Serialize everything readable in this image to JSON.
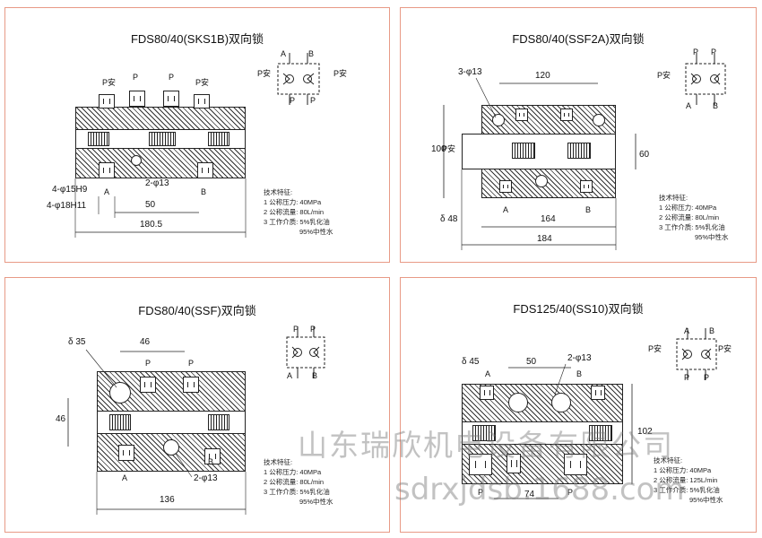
{
  "panels": [
    {
      "title": "FDS80/40(SKS1B)双向锁",
      "spec_heading": "技术特征:",
      "specs": [
        "1 公称压力: 40MPa",
        "2 公称流量: 80L/min",
        "3 工作介质: 5%乳化油",
        "95%中性水"
      ],
      "labels": {
        "p_an_left": "P安",
        "p1": "P",
        "p2": "P",
        "p_an_right": "P安",
        "a": "A",
        "b": "B"
      },
      "dims": {
        "hole_a": "4-φ15H9",
        "hole_b": "4-φ18H11",
        "bore": "2-φ13",
        "pitch": "50",
        "width": "180.5"
      },
      "symbol": {
        "a": "A",
        "b": "B",
        "p_an_l": "P安",
        "p_an_r": "P安",
        "p_l": "P",
        "p_r": "P"
      }
    },
    {
      "title": "FDS80/40(SSF2A)双向锁",
      "spec_heading": "技术特征:",
      "specs": [
        "1 公称压力: 40MPa",
        "2 公称流量: 80L/min",
        "3 工作介质: 5%乳化油",
        "95%中性水"
      ],
      "labels": {
        "p_an": "P安",
        "a": "A",
        "b": "B"
      },
      "dims": {
        "holes": "3-φ13",
        "top_width": "120",
        "height_l": "100",
        "height_r": "60",
        "delta": "δ 48",
        "mid_width": "164",
        "total_width": "184"
      },
      "symbol": {
        "a": "A",
        "b": "B",
        "p_an": "P安",
        "p_top_l": "P",
        "p_top_r": "P"
      }
    },
    {
      "title": "FDS80/40(SSF)双向锁",
      "spec_heading": "技术特征:",
      "specs": [
        "1 公称压力: 40MPa",
        "2 公称流量: 80L/min",
        "3 工作介质: 5%乳化油",
        "95%中性水"
      ],
      "labels": {
        "p1": "P",
        "p2": "P",
        "a": "A",
        "b": "B"
      },
      "dims": {
        "delta": "δ 35",
        "pitch": "46",
        "height": "46",
        "bore": "2-φ13",
        "width": "136"
      },
      "symbol": {
        "a": "A",
        "b": "B",
        "p_l": "P",
        "p_r": "P"
      }
    },
    {
      "title": "FDS125/40(SS10)双向锁",
      "spec_heading": "技术特征:",
      "specs": [
        "1 公称压力: 40MPa",
        "2 公称流量: 125L/min",
        "3 工作介质: 5%乳化油",
        "95%中性水"
      ],
      "labels": {
        "a": "A",
        "b": "B",
        "p_left": "P",
        "p_right": "P"
      },
      "dims": {
        "delta": "δ 45",
        "pitch": "50",
        "bore": "2-φ13",
        "height": "102",
        "width": "74"
      },
      "symbol": {
        "a": "A",
        "b": "B",
        "p_an_l": "P安",
        "p_an_r": "P安",
        "p_l": "P",
        "p_r": "P"
      }
    }
  ],
  "watermark": {
    "company": "山东瑞欣机电设备有限公司",
    "url": "sdrxjdsb.1688.com"
  }
}
